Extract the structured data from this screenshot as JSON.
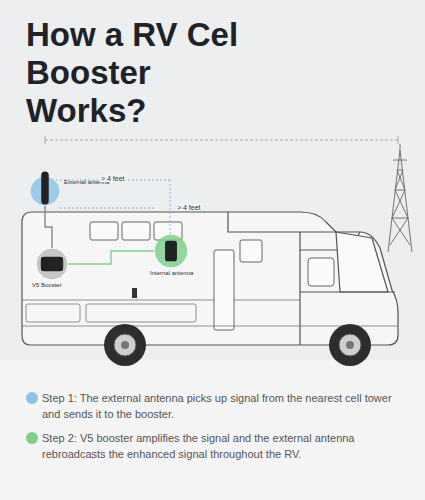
{
  "diagram": {
    "title": "How a RV Cel Booster Works?",
    "nodes": [
      {
        "text": [
          "External antenna"
        ]
      },
      {
        "text": [
          "V5 Booster"
        ]
      },
      {
        "text": [
          "Internal antenna"
        ]
      }
    ],
    "edges": [
      {
        "from": 0,
        "to": 1,
        "arrow": "none"
      },
      {
        "from": 1,
        "to": 2,
        "arrow": "none"
      }
    ],
    "labels": [
      "> 4 feet",
      "> 4 feet",
      "Step 1: The external antenna picks up signal from the nearest cell tower and sends it to the booster.",
      "Step 2: V5 booster amplifies the signal and the external antenna rebroadcasts the enhanced signal throughout the RV."
    ]
  }
}
